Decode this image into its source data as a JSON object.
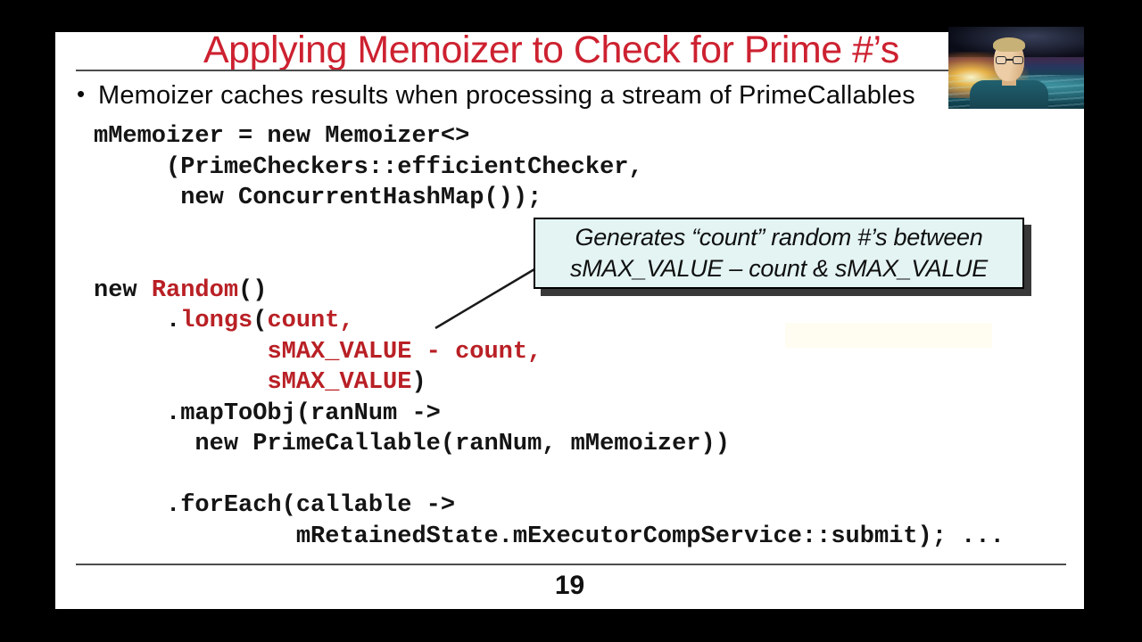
{
  "colors": {
    "title_red": "#cd2130",
    "code_red": "#b92025",
    "code_black": "#141414",
    "callout_bg": "#e3f4f3"
  },
  "title": {
    "text": "Applying Memoizer to Check for Prime #’s"
  },
  "bullet": {
    "marker": "•",
    "text": "Memoizer caches results when processing a stream of PrimeCallables"
  },
  "callout": {
    "line1": "Generates “count” random #’s between",
    "line2": "sMAX_VALUE – count & sMAX_VALUE"
  },
  "code": {
    "lines": [
      [
        {
          "s": "mMemoizer = new Memoizer<>",
          "c": "k"
        }
      ],
      [
        {
          "s": "     (PrimeCheckers::efficientChecker,",
          "c": "k"
        }
      ],
      [
        {
          "s": "      new ConcurrentHashMap());",
          "c": "k"
        }
      ],
      [],
      [],
      [
        {
          "s": "new ",
          "c": "k"
        },
        {
          "s": "Random",
          "c": "r"
        },
        {
          "s": "()",
          "c": "k"
        }
      ],
      [
        {
          "s": "     .",
          "c": "k"
        },
        {
          "s": "longs",
          "c": "r"
        },
        {
          "s": "(",
          "c": "k"
        },
        {
          "s": "count,",
          "c": "r"
        }
      ],
      [
        {
          "s": "            ",
          "c": "k"
        },
        {
          "s": "sMAX_VALUE - count,",
          "c": "r"
        }
      ],
      [
        {
          "s": "            ",
          "c": "k"
        },
        {
          "s": "sMAX_VALUE",
          "c": "r"
        },
        {
          "s": ")",
          "c": "k"
        }
      ],
      [
        {
          "s": "     .mapToObj(ranNum ->",
          "c": "k"
        }
      ],
      [
        {
          "s": "       new PrimeCallable(ranNum, mMemoizer))",
          "c": "k"
        }
      ],
      [],
      [
        {
          "s": "     .forEach(callable ->",
          "c": "k"
        }
      ],
      [
        {
          "s": "              mRetainedState.mExecutorCompService::submit); ...",
          "c": "k"
        }
      ]
    ]
  },
  "footer": {
    "page_number": "19"
  },
  "webcam": {
    "description": "presenter on sunset ocean virtual background"
  }
}
